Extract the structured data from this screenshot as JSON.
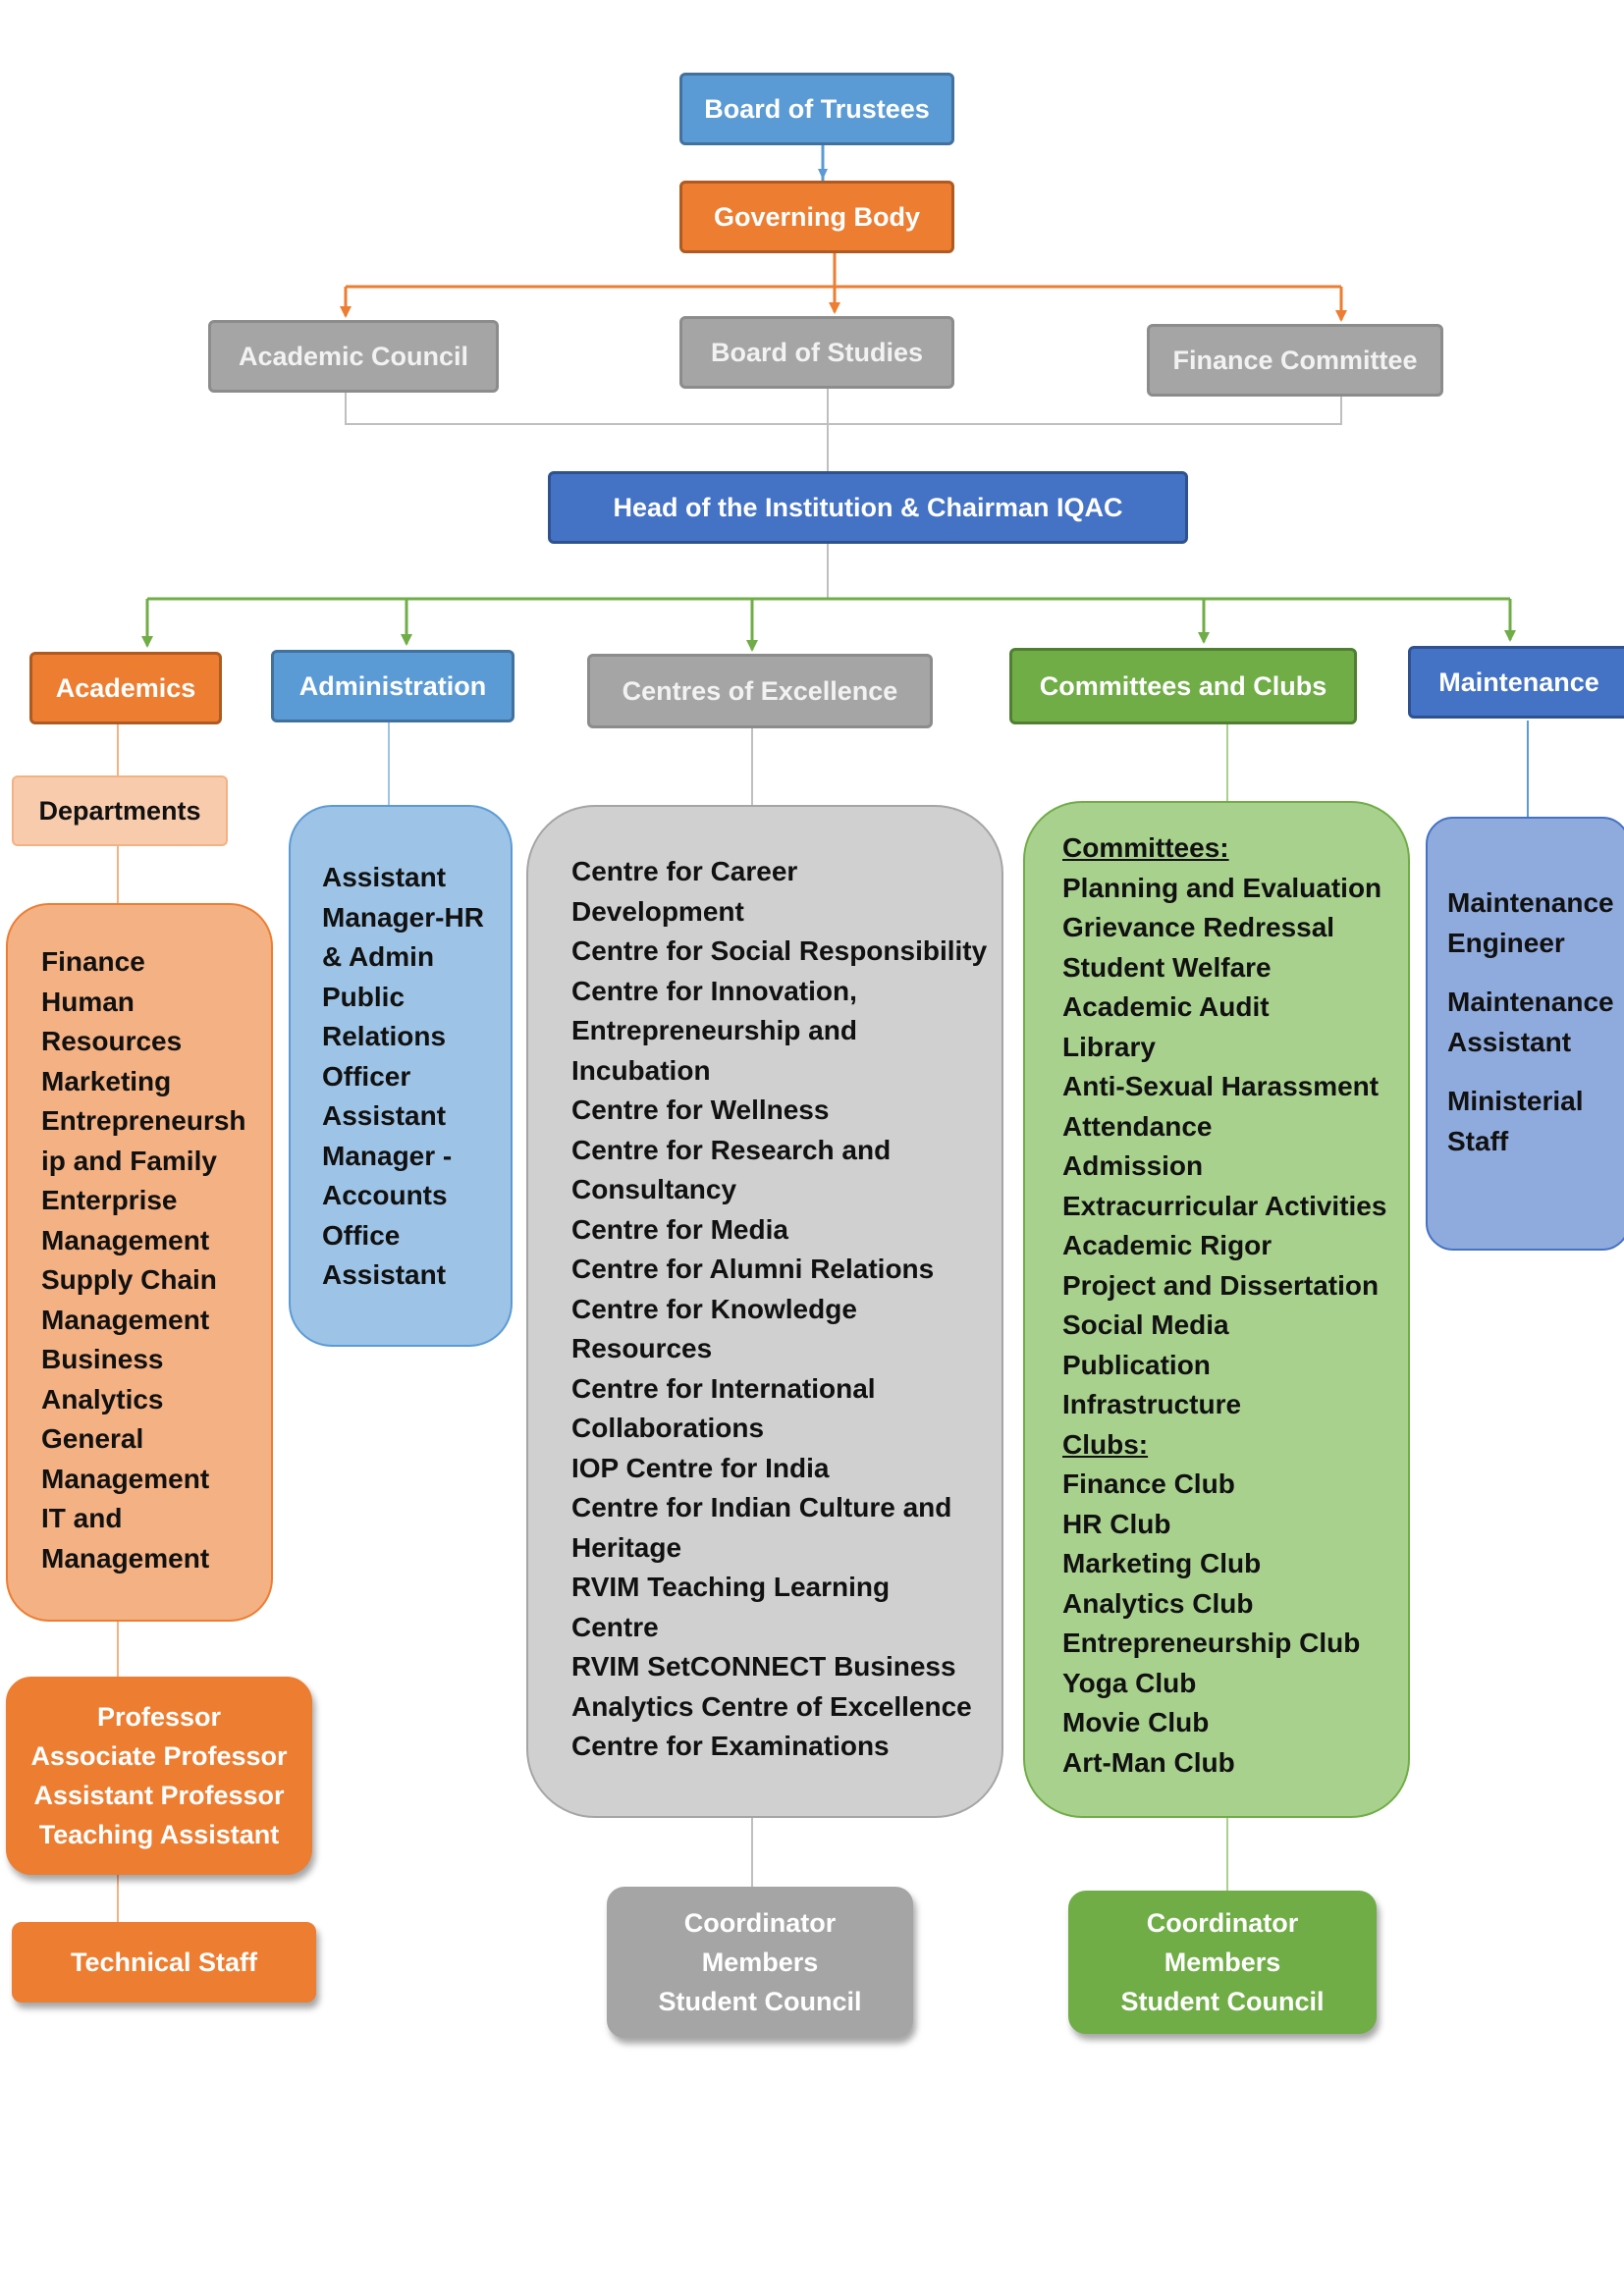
{
  "top": {
    "board_of_trustees": "Board of Trustees",
    "governing_body": "Governing Body",
    "academic_council": "Academic Council",
    "board_of_studies": "Board of Studies",
    "finance_committee": "Finance Committee",
    "head": "Head of the Institution & Chairman IQAC"
  },
  "units": {
    "academics": "Academics",
    "administration": "Administration",
    "centres": "Centres of Excellence",
    "committees": "Committees and Clubs",
    "maintenance": "Maintenance"
  },
  "academics": {
    "departments_label": "Departments",
    "departments": [
      "Finance",
      "Human",
      "Resources",
      "Marketing",
      "Entrepreneursh",
      "ip and Family",
      "Enterprise",
      "Management",
      "Supply Chain",
      "Management",
      "Business",
      "Analytics",
      "General",
      "Management",
      "IT and",
      "Management"
    ],
    "faculty": [
      "Professor",
      "Associate Professor",
      "Assistant Professor",
      "Teaching Assistant"
    ],
    "technical_staff": "Technical Staff"
  },
  "administration": {
    "roles": [
      "Assistant",
      "Manager-HR",
      "& Admin",
      "Public",
      "Relations",
      "Officer",
      "Assistant",
      "Manager -",
      "Accounts",
      "Office",
      "Assistant"
    ]
  },
  "centres": {
    "items": [
      "Centre for Career",
      "Development",
      "Centre for Social Responsibility",
      "Centre for Innovation,",
      "Entrepreneurship and",
      "Incubation",
      "Centre for Wellness",
      "Centre for Research and",
      "Consultancy",
      "Centre for Media",
      "Centre for Alumni Relations",
      "Centre for Knowledge",
      "Resources",
      "Centre for International",
      "Collaborations",
      "IOP Centre for India",
      "Centre for Indian Culture and",
      "Heritage",
      "RVIM Teaching Learning",
      "Centre",
      "RVIM SetCONNECT Business",
      "Analytics Centre of Excellence",
      "Centre for Examinations"
    ],
    "roles": [
      "Coordinator",
      "Members",
      "Student Council"
    ]
  },
  "committees": {
    "committees_heading": "Committees:",
    "committees": [
      "Planning and Evaluation",
      "Grievance Redressal",
      "Student Welfare",
      "Academic Audit",
      "Library",
      "Anti-Sexual Harassment",
      "Attendance",
      "Admission",
      "Extracurricular Activities",
      "Academic Rigor",
      "Project and Dissertation",
      "Social Media",
      "Publication",
      "Infrastructure"
    ],
    "clubs_heading": "Clubs:",
    "clubs": [
      "Finance Club",
      "HR Club",
      "Marketing Club",
      "Analytics Club",
      "Entrepreneurship Club",
      "Yoga Club",
      "Movie Club",
      "Art-Man Club"
    ],
    "roles": [
      "Coordinator",
      "Members",
      "Student Council"
    ]
  },
  "maintenance": {
    "roles": [
      "Maintenance",
      "Engineer",
      "Maintenance",
      "Assistant",
      "Ministerial",
      "Staff"
    ]
  },
  "colors": {
    "blue": "#5b9bd5",
    "orange": "#ed7d31",
    "gray": "#a5a5a5",
    "navy": "#4472c4",
    "green": "#70ad47"
  }
}
